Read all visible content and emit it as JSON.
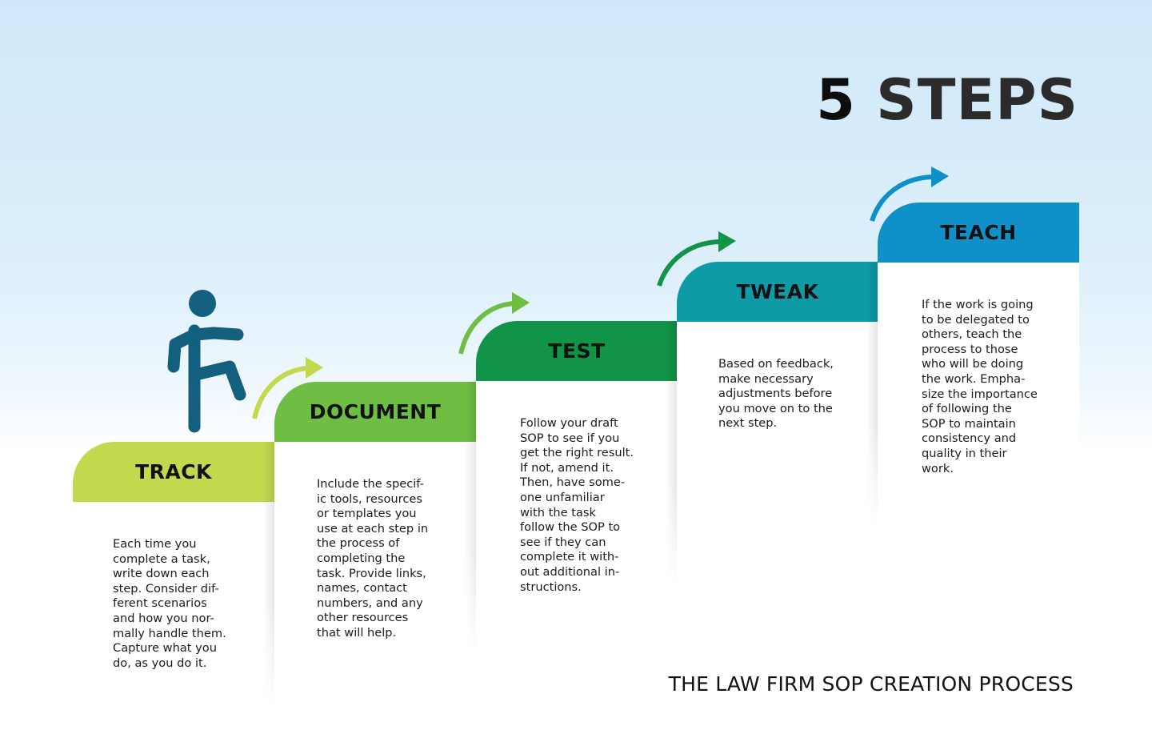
{
  "header": {
    "title_number": "5",
    "title_text": " STEPS",
    "subtitle": "THE LAW FIRM SOP CREATION PROCESS"
  },
  "colors": {
    "track": "#c2d94e",
    "document": "#6fbe44",
    "test": "#119447",
    "tweak": "#0e9aa7",
    "teach": "#0f90c9",
    "figure": "#135f80"
  },
  "icons": {
    "figure": "person-climbing-stairs-icon",
    "arrows": "curved-arrow-right-icon"
  },
  "steps": [
    {
      "label": "TRACK",
      "description": "Each time you\ncomplete a task,\nwrite down each\nstep. Consider dif-\nferent scenarios\nand how you nor-\nmally handle them.\nCapture what you\ndo, as you do it."
    },
    {
      "label": "DOCUMENT",
      "description": "Include the specif-\nic tools, resources\nor templates you\nuse at each step in\nthe process of\ncompleting the\ntask. Provide links,\nnames, contact\nnumbers, and any\nother resources\nthat will help."
    },
    {
      "label": "TEST",
      "description": "Follow your draft\nSOP to see if you\nget the right result.\nIf not, amend it.\nThen, have some-\none unfamiliar\nwith the task\nfollow the SOP to\nsee if they can\ncomplete it with-\nout additional in-\nstructions."
    },
    {
      "label": "TWEAK",
      "description": "Based on feedback,\nmake necessary\nadjustments before\nyou move on to the\nnext step."
    },
    {
      "label": "TEACH",
      "description": "If the work is going\nto be delegated to\nothers, teach the\nprocess to those\nwho will be doing\nthe work. Empha-\nsize the importance\nof following the\nSOP to maintain\nconsistency and\nquality in their\nwork."
    }
  ]
}
